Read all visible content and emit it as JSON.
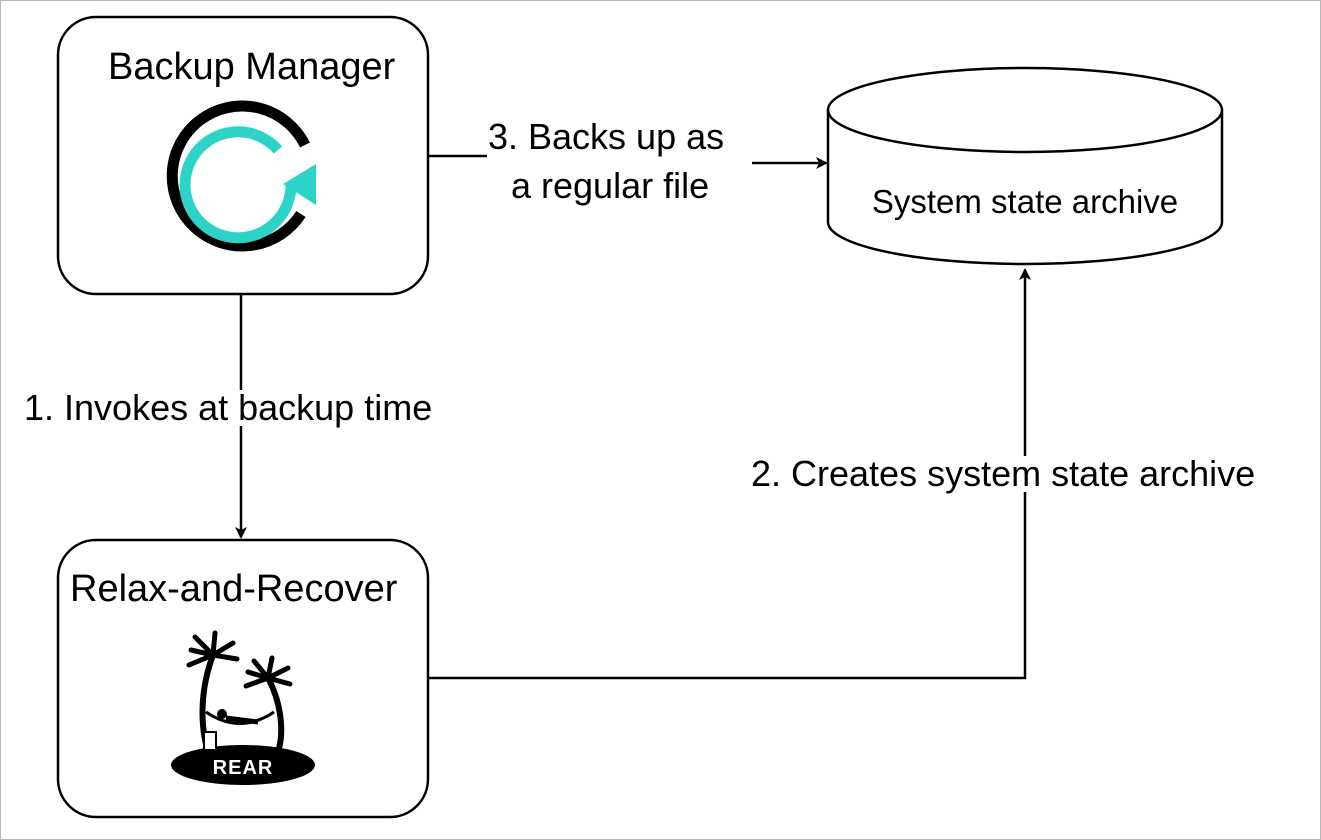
{
  "nodes": {
    "backup_manager": {
      "title": "Backup Manager",
      "icon": "refresh-cycle-icon"
    },
    "rear": {
      "title": "Relax-and-Recover",
      "logo_text": "REAR",
      "icon": "palm-island-logo"
    },
    "archive": {
      "title": "System state archive",
      "shape": "database-cylinder"
    }
  },
  "edges": {
    "invokes": "1. Invokes at backup time",
    "creates": "2. Creates system state archive",
    "backs_up_line1": "3. Backs up as",
    "backs_up_line2": "a regular file"
  },
  "colors": {
    "stroke": "#000000",
    "accent": "#2dd3c6",
    "frame": "#b7b7b7"
  }
}
